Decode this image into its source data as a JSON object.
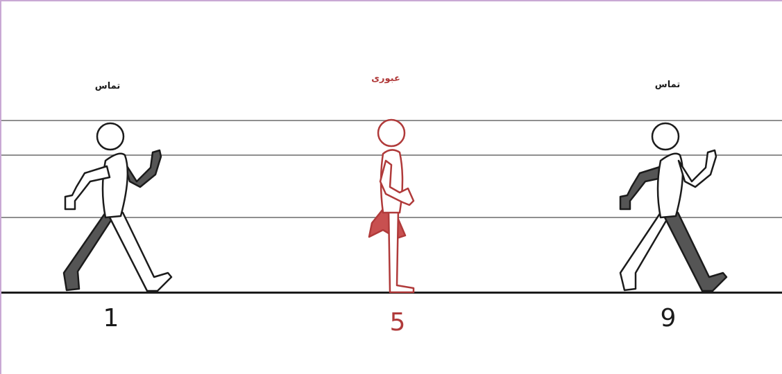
{
  "colors": {
    "key": "#1b1b1b",
    "passing": "#b03a3a",
    "limb_dark": "#555555",
    "guide_line": "#8f8f8f",
    "border": "#c9a8d4"
  },
  "poses": [
    {
      "label": "تماس",
      "frame": "1",
      "role": "contact"
    },
    {
      "label": "عبوری",
      "frame": "5",
      "role": "passing"
    },
    {
      "label": "تماس",
      "frame": "9",
      "role": "contact"
    }
  ]
}
